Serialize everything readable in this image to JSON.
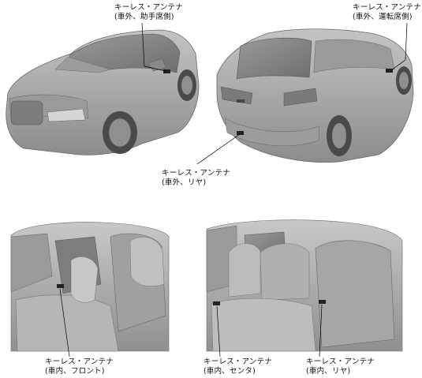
{
  "labels": {
    "front_passenger": {
      "line1": "キーレス・アンテナ",
      "line2": "(車外、助手席側)"
    },
    "driver_side": {
      "line1": "キーレス・アンテナ",
      "line2": "(車外、運転席側)"
    },
    "rear_exterior": {
      "line1": "キーレス・アンテナ",
      "line2": "(車外、リヤ)"
    },
    "interior_front": {
      "line1": "キーレス・アンテナ",
      "line2": "(車内、フロント)"
    },
    "interior_center": {
      "line1": "キーレス・アンテナ",
      "line2": "(車内、センタ)"
    },
    "interior_rear": {
      "line1": "キーレス・アンテナ",
      "line2": "(車内、リヤ)"
    }
  },
  "colors": {
    "body": "#a9a9a9",
    "body_dark": "#7d7d7d",
    "body_light": "#c8c8c8",
    "glass": "#8e8e8e",
    "tire": "#4a4a4a",
    "interior": "#b2b2b2",
    "interior_dark": "#8a8a8a",
    "leader_line": "#000000",
    "antenna": "#222222"
  },
  "icons": {
    "antenna_marker": "antenna-marker-icon"
  }
}
